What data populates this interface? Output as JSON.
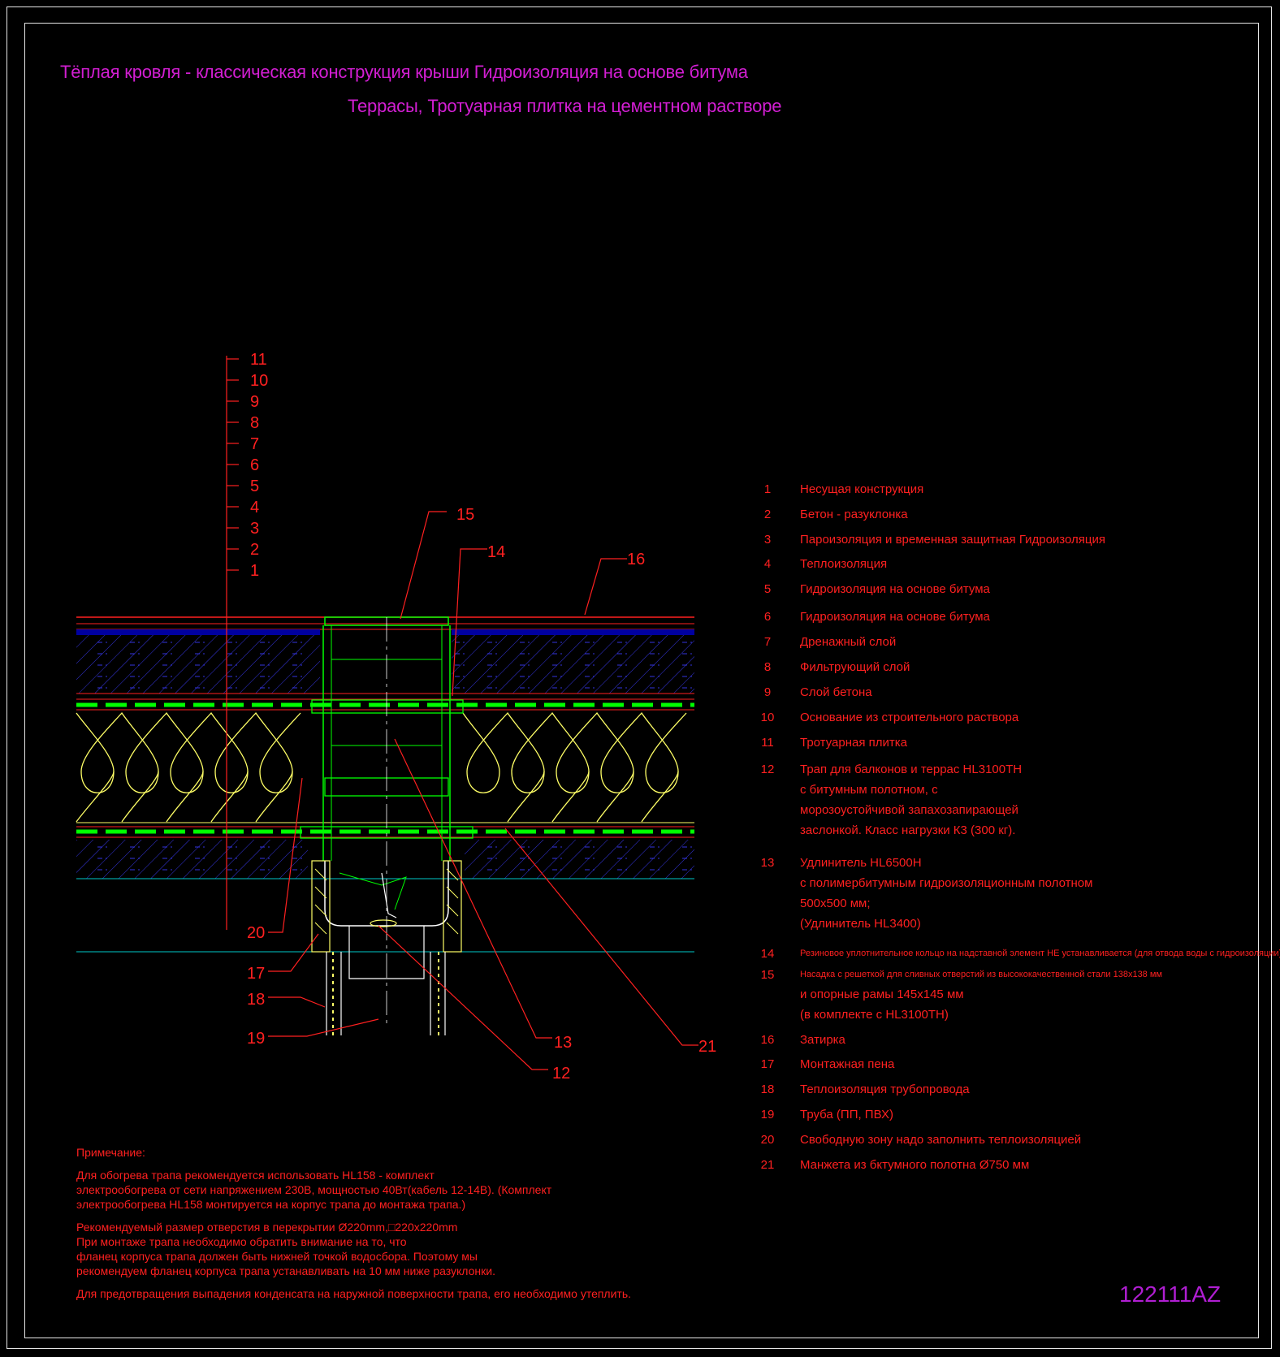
{
  "title": {
    "line1": "Тёплая кровля - классическая конструкция крыши Гидроизоляция на основе битума",
    "line2": "Террасы, Тротуарная плитка на цементном растворе"
  },
  "drawing_code": "122111AZ",
  "colors": {
    "background": "#000000",
    "frame": "#e6e6e6",
    "title": "#d21ed2",
    "annotation": "#ff2020",
    "insulation": "#ffff66",
    "membrane": "#00ff00",
    "hatch": "#4040ff",
    "section_line": "#00c8c8"
  },
  "layer_scale": [
    "11",
    "10",
    "9",
    "8",
    "7",
    "6",
    "5",
    "4",
    "3",
    "2",
    "1"
  ],
  "callouts": [
    "15",
    "14",
    "16",
    "20",
    "17",
    "18",
    "19",
    "13",
    "12",
    "21"
  ],
  "legend": [
    {
      "num": "1",
      "lines": [
        "Несущая конструкция"
      ]
    },
    {
      "num": "2",
      "lines": [
        "Бетон - разуклонка"
      ]
    },
    {
      "num": "3",
      "lines": [
        "Пароизоляция и временная защитная Гидроизоляция"
      ]
    },
    {
      "num": "4",
      "lines": [
        "Теплоизоляция"
      ]
    },
    {
      "num": "5",
      "lines": [
        "Гидроизоляция на основе битума"
      ]
    },
    {
      "num": "6",
      "lines": [
        "Гидроизоляция на основе битума"
      ]
    },
    {
      "num": "7",
      "lines": [
        "Дренажный слой"
      ]
    },
    {
      "num": "8",
      "lines": [
        "Фильтрующий слой"
      ]
    },
    {
      "num": "9",
      "lines": [
        "Слой бетона"
      ]
    },
    {
      "num": "10",
      "lines": [
        "Основание из строительного раствора"
      ]
    },
    {
      "num": "11",
      "lines": [
        "Тротуарная плитка"
      ]
    },
    {
      "num": "12",
      "lines": [
        "Трап для балконов и террас HL3100TH",
        "  с битумным полотном, с",
        "морозоустойчивой запахозапирающей",
        "заслонкой. Класс нагрузки К3 (300 кг)."
      ]
    },
    {
      "num": "13",
      "lines": [
        "Удлинитель HL6500H",
        "  с полимербитумным гидроизоляционным полотном",
        "500х500 мм;",
        "(Удлинитель HL3400)"
      ]
    },
    {
      "num": "14",
      "small": true,
      "lines": [
        "Резиновое уплотнительное кольцо на надставной элемент НЕ устанавливается (для отвода воды с гидроизоляции)"
      ]
    },
    {
      "num": "15",
      "small": true,
      "lines": [
        "Насадка с решеткой для сливных отверстий из высококачественной стали 138х138 мм"
      ]
    },
    {
      "num": "",
      "lines": [
        "и опорные рамы 145х145 мм",
        "(в комплекте с HL3100TH)"
      ]
    },
    {
      "num": "16",
      "lines": [
        "Затирка"
      ]
    },
    {
      "num": "17",
      "lines": [
        "Монтажная пена"
      ]
    },
    {
      "num": "18",
      "lines": [
        "Теплоизоляция трубопровода"
      ]
    },
    {
      "num": "19",
      "lines": [
        "Труба (ПП, ПВХ)"
      ]
    },
    {
      "num": "20",
      "lines": [
        "Свободную зону надо заполнить теплоизоляцией"
      ]
    },
    {
      "num": "21",
      "lines": [
        "Манжета из бктумного полотна Ø750 мм"
      ]
    }
  ],
  "notes": {
    "heading": "Примечание:",
    "p1": [
      "Для обогрева трапа рекомендуется использовать HL158 - комплект",
      "электрообогрева от сети напряжением 230В, мощностью 40Вт(кабель 12-14В). (Комплект",
      "электрообогрева HL158 монтируется на корпус трапа до монтажа трапа.)"
    ],
    "p2": [
      "Рекомендуемый размер отверстия в перекрытии Ø220mm,□220х220mm",
      "При монтаже трапа необходимо обратить внимание на то, что",
      "фланец корпуса трапа должен быть нижней точкой водосбора. Поэтому мы",
      "рекомендуем фланец корпуса трапа устанавливать на 10 мм ниже разуклонки."
    ],
    "p3": [
      "Для предотвращения выпадения конденсата на наружной поверхности трапа, его необходимо утеплить."
    ]
  }
}
